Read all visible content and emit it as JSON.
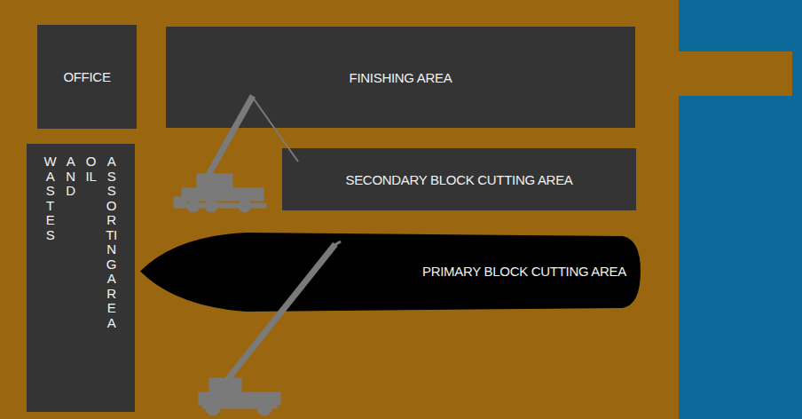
{
  "diagram": {
    "nodes": [
      {
        "text": [
          "OFFICE"
        ]
      },
      {
        "text": [
          "FINISHING AREA"
        ]
      },
      {
        "text": [
          "WASTES AND OIL ASSORTING AREA"
        ]
      },
      {
        "text": [
          "SECONDARY BLOCK CUTTING AREA"
        ]
      },
      {
        "text": [
          "PRIMARY BLOCK CUTTING AREA"
        ]
      }
    ]
  }
}
